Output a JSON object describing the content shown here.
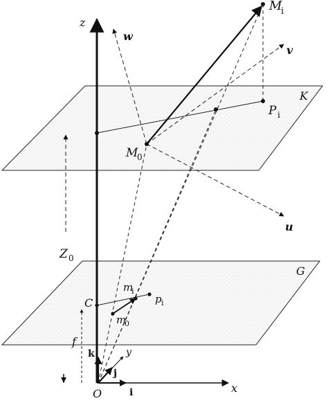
{
  "labels": {
    "z": "z",
    "w": "w",
    "v": "v",
    "u": "u",
    "x": "x",
    "y": "y",
    "Mi": "M",
    "Mi_sub": "i",
    "M0": "M",
    "M0_sub": "0",
    "Pi": "P",
    "Pi_sub": "i",
    "pi": "p",
    "pi_sub": "i",
    "mi": "m",
    "mi_sub": "i",
    "m0": "m",
    "m0_sub": "0",
    "K": "K",
    "G": "G",
    "C": "C",
    "Z0": "Z",
    "Z0_sub": "0",
    "f": "f",
    "k": "k",
    "j": "j",
    "i": "i",
    "O": "O"
  }
}
